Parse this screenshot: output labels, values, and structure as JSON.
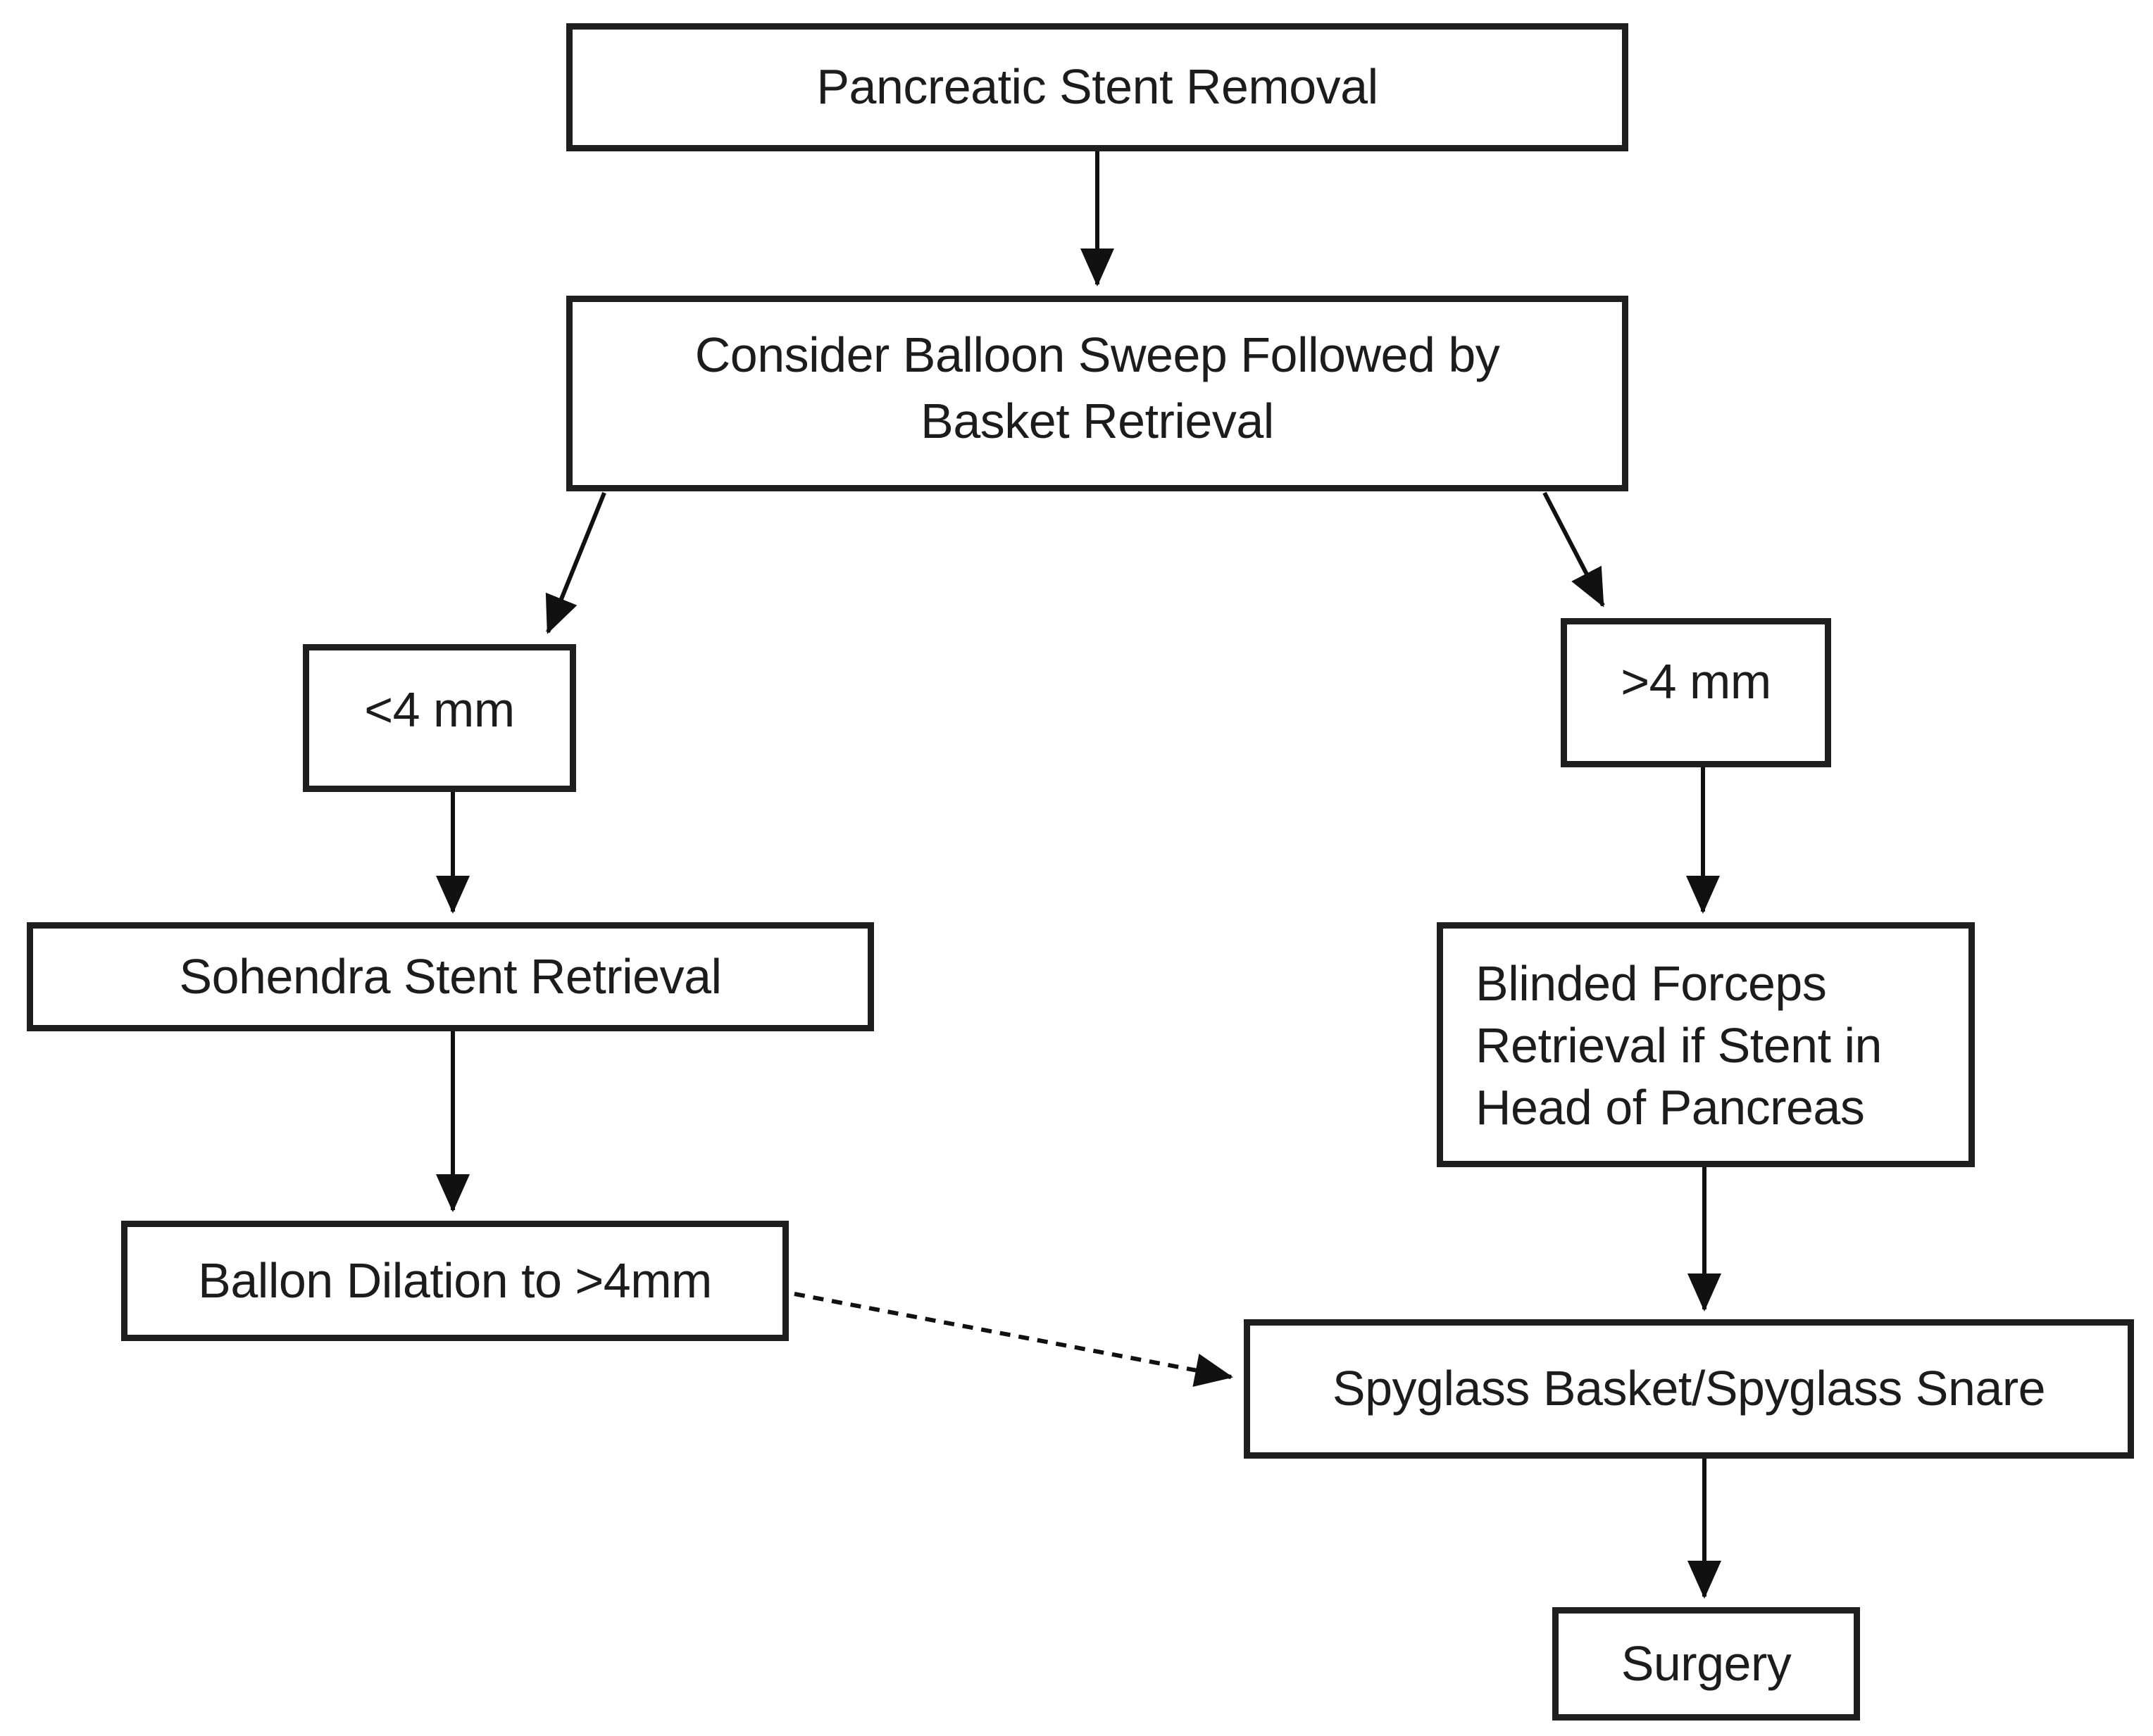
{
  "diagram": {
    "title": "Pancreatic Stent Removal flowchart",
    "colors": {
      "background": "#ffffff",
      "box_fill": "#ffffff",
      "box_border": "#1f1f1f",
      "arrow": "#111111",
      "text": "#1c1c1c"
    },
    "nodes": {
      "start": {
        "label": "Pancreatic Stent Removal"
      },
      "balloon_sweep": {
        "line1": "Consider Balloon Sweep Followed by",
        "line2": "Basket Retrieval"
      },
      "lt4": {
        "label": "<4 mm"
      },
      "gt4": {
        "label": ">4 mm"
      },
      "sohendra": {
        "label": "Sohendra Stent Retrieval"
      },
      "ballon_dilation": {
        "label": "Ballon Dilation to >4mm"
      },
      "blinded_forceps": {
        "line1": "Blinded Forceps",
        "line2": "Retrieval if Stent in",
        "line3": "Head of Pancreas"
      },
      "spyglass": {
        "label": "Spyglass Basket/Spyglass Snare"
      },
      "surgery": {
        "label": "Surgery"
      }
    },
    "edges": [
      {
        "from": "start",
        "to": "balloon_sweep",
        "style": "solid"
      },
      {
        "from": "balloon_sweep",
        "to": "lt4",
        "style": "solid"
      },
      {
        "from": "balloon_sweep",
        "to": "gt4",
        "style": "solid"
      },
      {
        "from": "lt4",
        "to": "sohendra",
        "style": "solid"
      },
      {
        "from": "sohendra",
        "to": "ballon_dilation",
        "style": "solid"
      },
      {
        "from": "gt4",
        "to": "blinded_forceps",
        "style": "solid"
      },
      {
        "from": "blinded_forceps",
        "to": "spyglass",
        "style": "solid"
      },
      {
        "from": "ballon_dilation",
        "to": "spyglass",
        "style": "dashed"
      },
      {
        "from": "spyglass",
        "to": "surgery",
        "style": "solid"
      }
    ]
  }
}
